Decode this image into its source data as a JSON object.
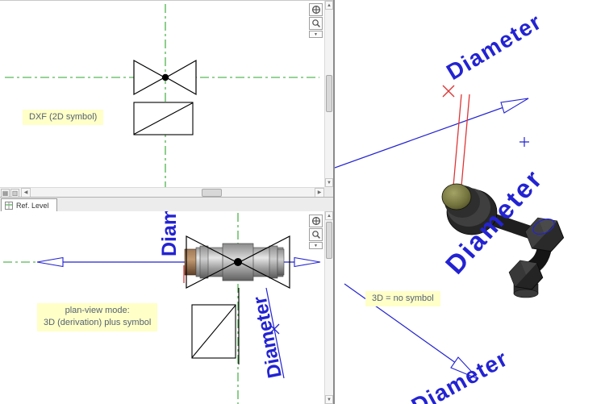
{
  "window": {
    "view_tab": "Ref. Level"
  },
  "notes": {
    "dxf_symbol": "DXF (2D symbol)",
    "plan_view_line1": "plan-view mode:",
    "plan_view_line2": "3D (derivation) plus symbol",
    "no_symbol": "3D = no symbol"
  },
  "dimension": {
    "label": "Diameter"
  },
  "scrollbars": {
    "up": "▲",
    "down": "▼",
    "left": "◀",
    "right": "▶"
  },
  "navbar": {
    "expand": "▼"
  },
  "icons": {
    "view_control_a": "▦",
    "view_control_b": "▥"
  },
  "colors": {
    "dimension_blue": "#2323d2",
    "centerline_green": "#2ea52e",
    "reference_red": "#dd3535",
    "note_bg": "#ffffc8"
  }
}
